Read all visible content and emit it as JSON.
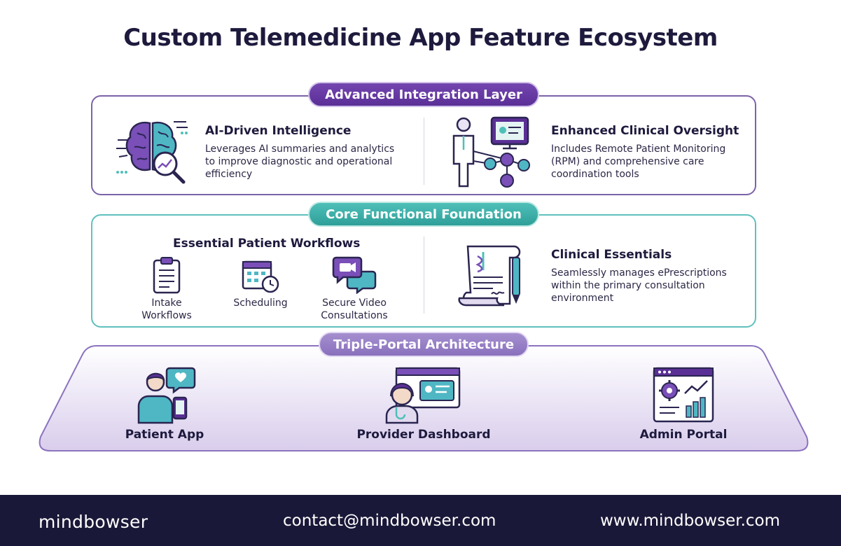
{
  "title": "Custom Telemedicine App Feature Ecosystem",
  "advanced": {
    "label": "Advanced Integration Layer",
    "ai": {
      "title": "AI-Driven Intelligence",
      "desc": [
        "Leverages AI summaries and analytics",
        "to improve diagnostic and operational",
        "efficiency"
      ],
      "icon": "brain-analytics-icon"
    },
    "oversight": {
      "title": "Enhanced Clinical Oversight",
      "desc": [
        "Includes Remote Patient Monitoring",
        "(RPM) and comprehensive care",
        "coordination tools"
      ],
      "icon": "remote-monitoring-icon"
    }
  },
  "core": {
    "label": "Core Functional Foundation",
    "workflows": {
      "title": "Essential Patient Workflows",
      "items": [
        {
          "label": [
            "Intake",
            "Workflows"
          ],
          "icon": "clipboard-icon"
        },
        {
          "label": [
            "Scheduling"
          ],
          "icon": "calendar-clock-icon"
        },
        {
          "label": [
            "Secure Video",
            "Consultations"
          ],
          "icon": "video-chat-icon"
        }
      ]
    },
    "clinical": {
      "title": "Clinical Essentials",
      "desc": [
        "Seamlessly manages ePrescriptions",
        "within the primary consultation",
        "environment"
      ],
      "icon": "prescription-scroll-icon"
    }
  },
  "portals": {
    "label": "Triple-Portal Architecture",
    "items": [
      {
        "label": "Patient App",
        "icon": "patient-phone-icon"
      },
      {
        "label": "Provider Dashboard",
        "icon": "provider-dashboard-icon"
      },
      {
        "label": "Admin Portal",
        "icon": "admin-analytics-icon"
      }
    ]
  },
  "footer": {
    "brand": "mindbowser",
    "email": "contact@mindbowser.com",
    "website": "www.mindbowser.com"
  },
  "colors": {
    "purple": "#5a2f96",
    "teal": "#3aaea8",
    "lavender": "#9a82c8",
    "navy": "#1a1838"
  }
}
